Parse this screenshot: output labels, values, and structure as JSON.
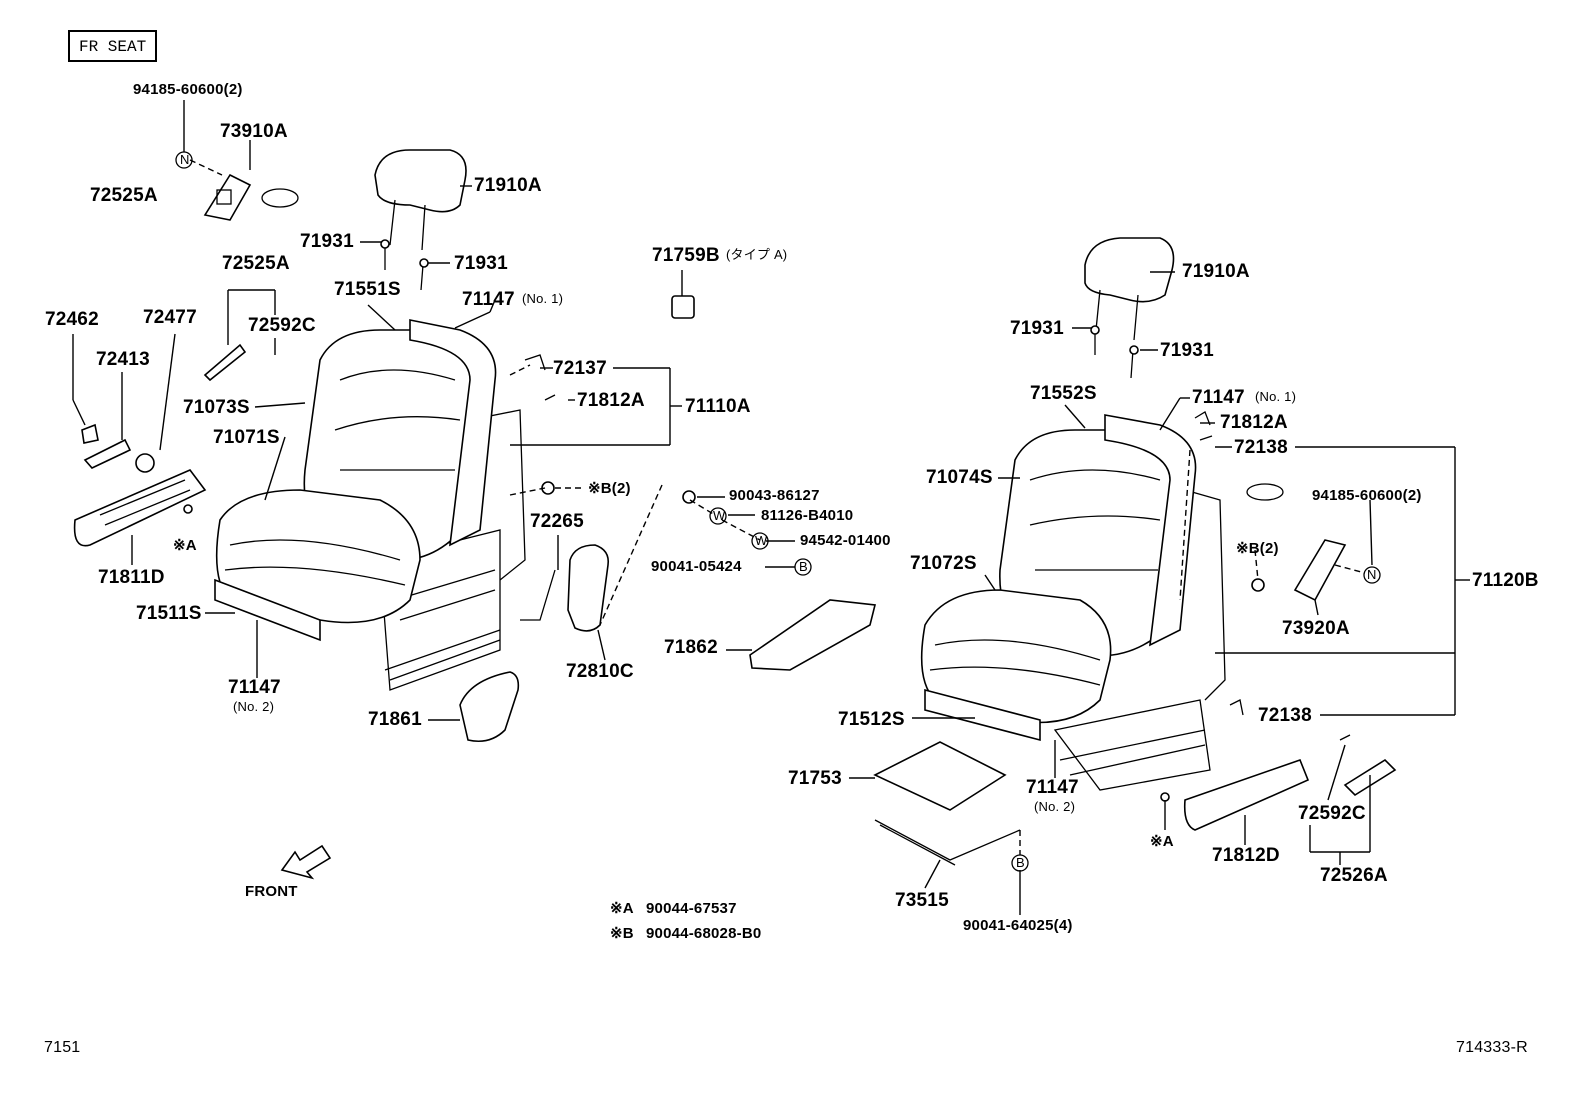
{
  "header": {
    "title": "FR SEAT"
  },
  "footer": {
    "left": "7151",
    "right": "714333-R"
  },
  "direction": {
    "label": "FRONT"
  },
  "notes": [
    {
      "mark": "※A",
      "part": "90044-67537"
    },
    {
      "mark": "※B",
      "part": "90044-68028-B0"
    }
  ],
  "symbols": {
    "n": "N",
    "w": "W",
    "b": "B"
  },
  "left_seat": {
    "bolt_top": "94185-60600(2)",
    "switch_assy": "73910A",
    "switch_cover": "72525A",
    "headrest": "71910A",
    "support_a": "71931",
    "support_b": "71931",
    "cover_knob_group": "72525A",
    "lever_clip": "72592C",
    "knob_a": "72462",
    "knob_b": "72477",
    "knob_c": "72413",
    "back_cover": "71073S",
    "cushion_cover": "71071S",
    "side_shield": "71811D",
    "mark_a": "※A",
    "cushion_pad": "71511S",
    "back_pad": "71551S",
    "lower_frame": "71147",
    "lower_frame_no": "(No. 2)",
    "upper_frame": "71147",
    "upper_frame_no": "(No. 1)",
    "back_clip": "72137",
    "back_hook": "71812A",
    "frame_assy": "71110A",
    "mark_b": "※B(2)",
    "lumbar": "72265",
    "back_board": "72810C",
    "inner_shield": "71861",
    "console": "71862",
    "bolt_1": "90043-86127",
    "washer_1": "81126-B4010",
    "washer_2": "94542-01400",
    "screw_1": "90041-05424",
    "button": "71759B",
    "button_note": "(タイプ A)"
  },
  "right_seat": {
    "headrest": "71910A",
    "support_a": "71931",
    "support_b": "71931",
    "back_pad": "71552S",
    "upper_frame": "71147",
    "upper_frame_no": "(No. 1)",
    "back_hook": "71812A",
    "back_clip": "72138",
    "back_cover": "71074S",
    "bolt_top": "94185-60600(2)",
    "mark_b": "※B(2)",
    "frame_assy": "71120B",
    "cushion_cover": "71072S",
    "switch_assy": "73920A",
    "tray": "71862",
    "clip_lower": "72138",
    "cushion_pad": "71512S",
    "under_tray": "71753",
    "lower_frame": "71147",
    "lower_frame_no": "(No. 2)",
    "mark_a": "※A",
    "wire": "73515",
    "screw_b": "90041-64025(4)",
    "side_shield": "71812D",
    "lever_clip": "72592C",
    "knob": "72526A"
  }
}
